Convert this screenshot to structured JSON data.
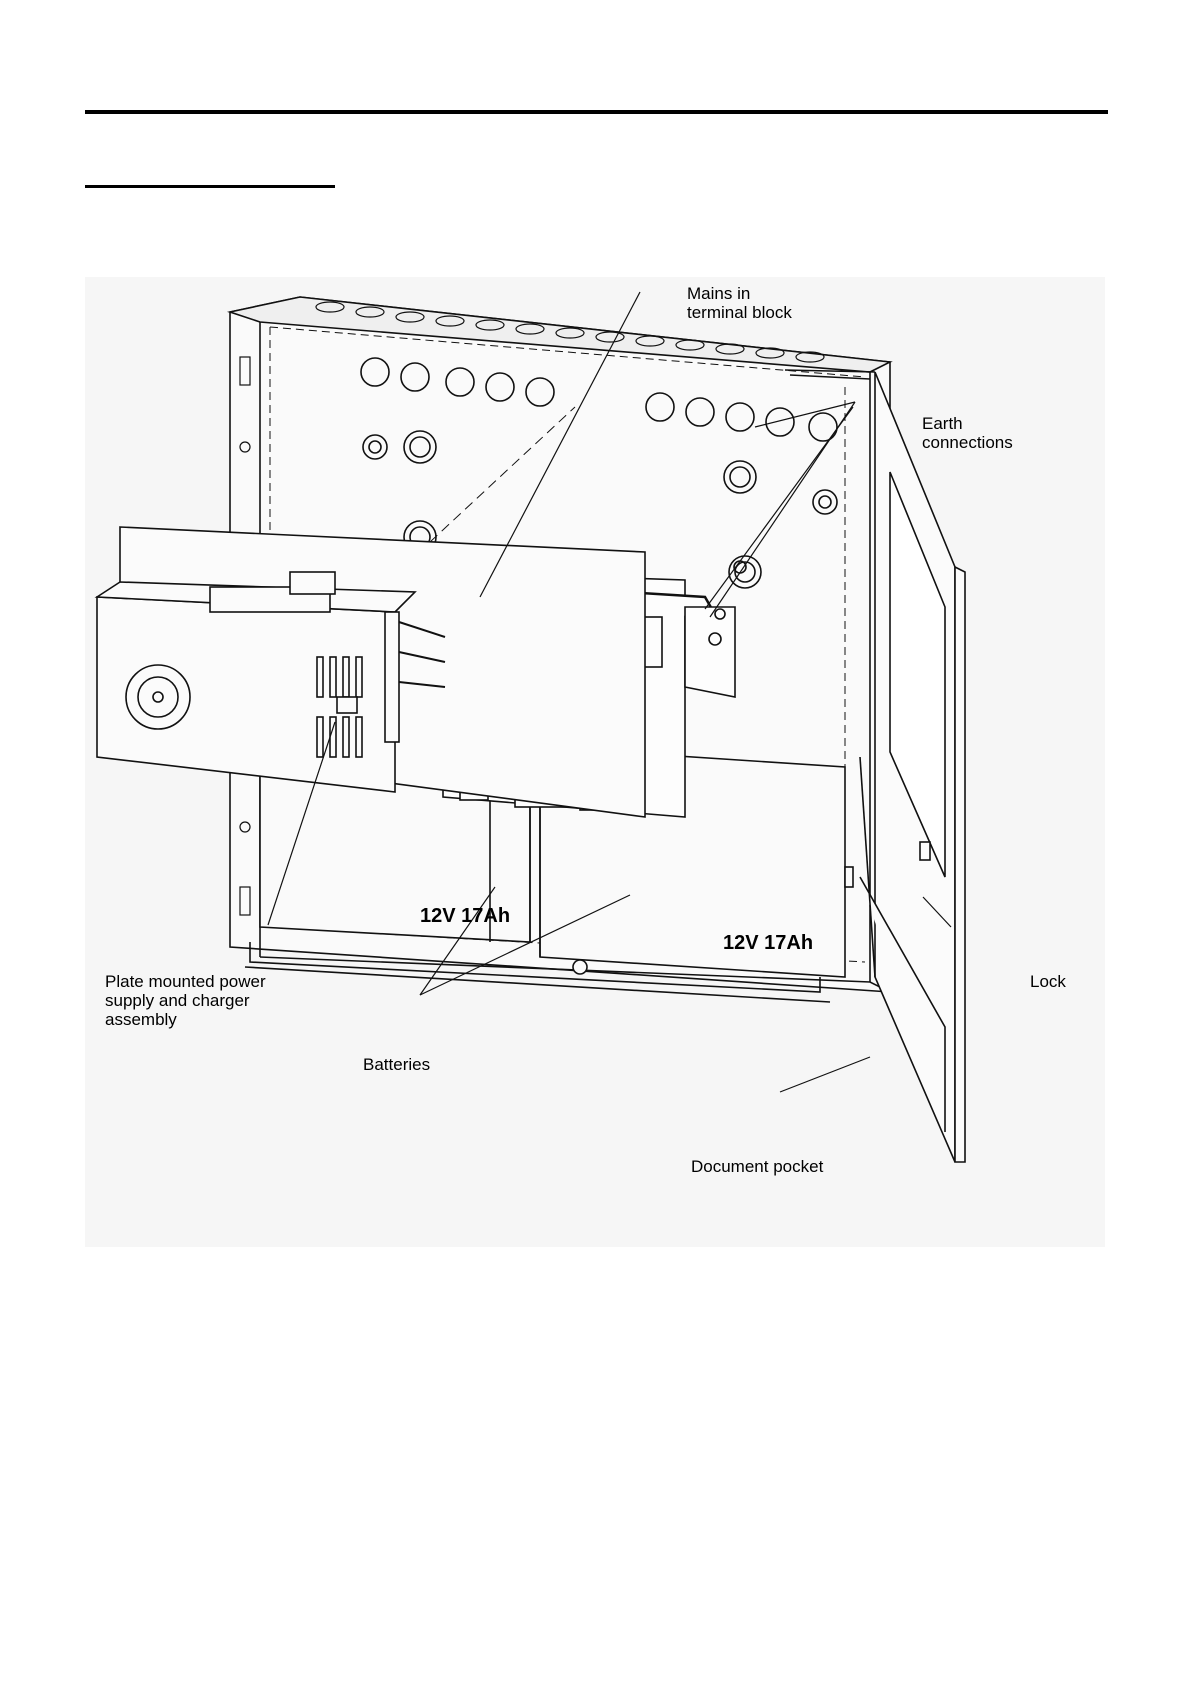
{
  "figure": {
    "callouts": {
      "mains": "Mains in\nterminal block",
      "earth": "Earth\nconnections",
      "psu": "Plate mounted power\nsupply and charger\nassembly",
      "batteries": "Batteries",
      "lock": "Lock",
      "pocket": "Document pocket"
    },
    "battery_labels": [
      "12V  17Ah",
      "12V  17Ah"
    ]
  }
}
